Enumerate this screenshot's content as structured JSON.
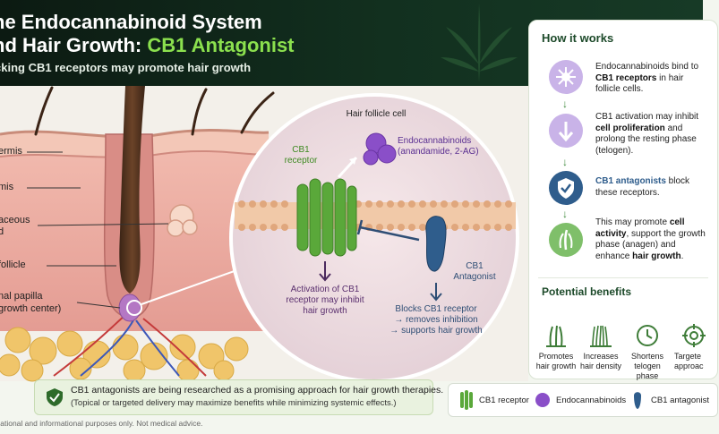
{
  "header": {
    "title_line1": "he Endocannabinoid System",
    "title_line2_prefix": "nd Hair Growth: ",
    "title_line2_accent": "CB1 Antagonist",
    "subtitle": "cking CB1 receptors may promote hair growth"
  },
  "skin_labels": {
    "epidermis": "ermis",
    "dermis": "mis",
    "sebaceous_line1": "aceous",
    "sebaceous_line2": "d",
    "follicle": "follicle",
    "papilla_line1": "nal papilla",
    "papilla_line2": "growth center)"
  },
  "cell": {
    "title": "Hair follicle cell",
    "cb1_receptor_line1": "CB1",
    "cb1_receptor_line2": "receptor",
    "endo_line1": "Endocannabinoids",
    "endo_line2": "(anandamide, 2-AG)",
    "antagonist_line1": "CB1",
    "antagonist_line2": "Antagonist",
    "activation_line1": "Activation of CB1",
    "activation_line2": "receptor may inhibit",
    "activation_line3": "hair growth",
    "blocks_line1": "Blocks CB1 receptor",
    "blocks_line2": "→ removes inhibition",
    "blocks_line3": "→ supports hair growth"
  },
  "how_it_works": {
    "title": "How it works",
    "steps": [
      {
        "pre": "Endocannabinoids bind to ",
        "bold": "CB1 receptors",
        "post": " in hair follicle cells.",
        "icon": "molecule-icon"
      },
      {
        "pre": "CB1 activation may inhibit ",
        "bold": "cell proliferation",
        "post": " and prolong the resting phase (telogen).",
        "icon": "down-arrow-icon"
      },
      {
        "pre": "",
        "bold": "CB1 antagonists",
        "post": " block these receptors.",
        "icon": "shield-check-icon"
      },
      {
        "pre": "This may promote ",
        "bold": "cell activity",
        "post": ", support the growth phase (anagen) and enhance ",
        "bold2": "hair growth",
        "post2": ".",
        "icon": "hair-growth-icon"
      }
    ]
  },
  "benefits": {
    "title": "Potential benefits",
    "items": [
      {
        "line1": "Promotes",
        "line2": "hair growth",
        "icon": "hair-strands-icon"
      },
      {
        "line1": "Increases",
        "line2": "hair density",
        "icon": "density-icon"
      },
      {
        "line1": "Shortens",
        "line2": "telogen phase",
        "icon": "clock-icon"
      },
      {
        "line1": "Targete",
        "line2": "approac",
        "icon": "target-icon"
      }
    ]
  },
  "banner": {
    "main": "CB1 antagonists are being researched as a promising approach for hair growth therapies.",
    "sub": "(Topical or targeted delivery may maximize benefits while minimizing systemic effects.)"
  },
  "legend": {
    "receptor": "CB1 receptor",
    "endo": "Endocannabinoids",
    "antagonist": "CB1 antagonist"
  },
  "disclaimer": "cational and informational purposes only. Not medical advice.",
  "colors": {
    "accent_green": "#8be04e",
    "panel_title": "#1d4a2a",
    "receptor_green": "#5aa83a",
    "endo_purple": "#8a4fc8",
    "antagonist_blue": "#2f5d8c"
  }
}
